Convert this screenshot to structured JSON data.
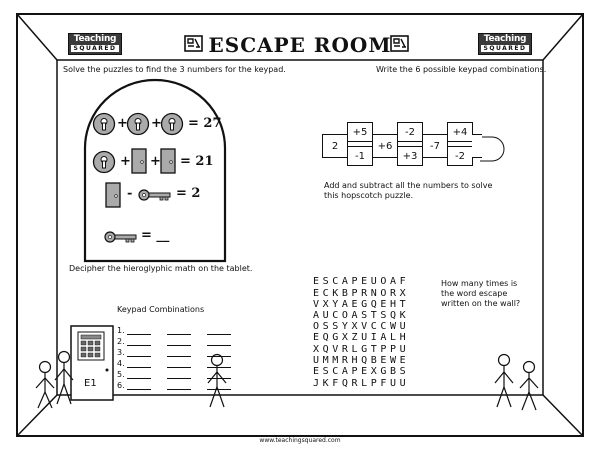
{
  "header": {
    "logo_top": "Teaching",
    "logo_bottom": "SQUARED",
    "title": "ESCAPE ROOM"
  },
  "instructions": {
    "left": "Solve the puzzles to find the 3 numbers for the keypad.",
    "right": "Write the 6 possible keypad combinations."
  },
  "tablet": {
    "eq1_result": "= 27",
    "eq2_result": "= 21",
    "eq3_op": "-",
    "eq3_result": "= 2",
    "eq4_result": "= __",
    "plus": "+",
    "caption": "Decipher the hieroglyphic math on the tablet."
  },
  "hopscotch": {
    "start": "2",
    "top": [
      "+5",
      "-2",
      "+4"
    ],
    "middle": [
      "+6",
      "-7"
    ],
    "bottom": [
      "-1",
      "+3",
      "-2"
    ],
    "caption_line1": "Add and subtract all the numbers to solve",
    "caption_line2": "this hopscotch puzzle."
  },
  "keypad": {
    "heading": "Keypad Combinations",
    "rows": [
      "1.",
      "2.",
      "3.",
      "4.",
      "5.",
      "6."
    ],
    "door_label": "E1"
  },
  "word_search": {
    "rows": [
      "ESCAPEUOAF",
      "ECKBPRNORX",
      "VXYAEGQEHT",
      "AUCOASTSQK",
      "OSSYXVCCWU",
      "EQGXZUIALH",
      "XQVRLGTPPU",
      "UMMRHQBEWE",
      "ESCAPEXGBS",
      "JKFQRLPFUU"
    ],
    "question": "How many times is the word escape written on the wall?"
  },
  "footer": "www.teachingsquared.com"
}
